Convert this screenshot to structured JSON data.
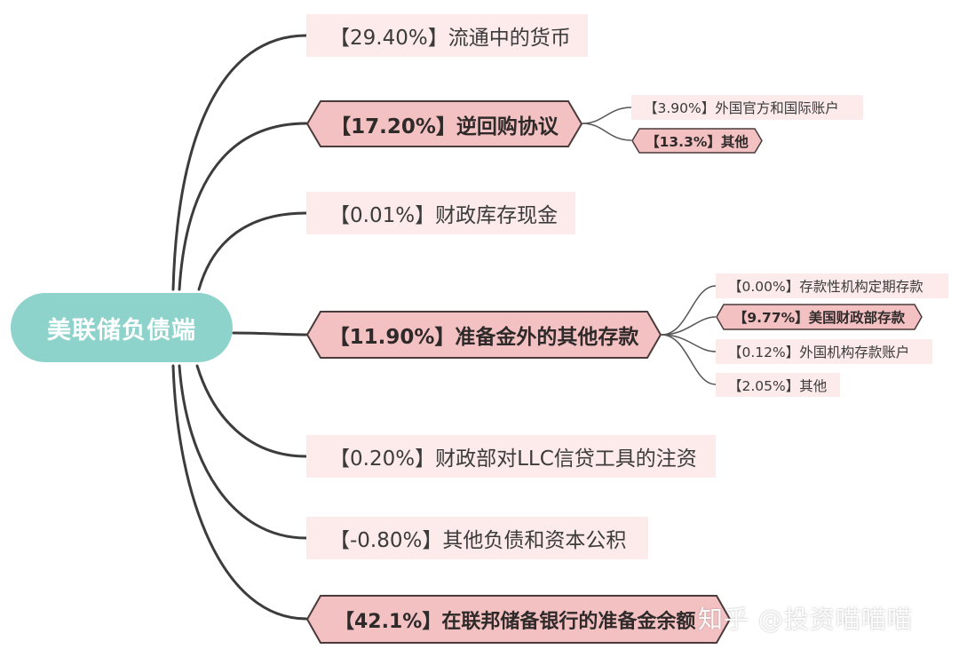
{
  "root": {
    "label": "美联储负债端",
    "color": "#8dd3cb"
  },
  "colors": {
    "plain_fill": "#fcebea",
    "hex_fill": "#f4c1c3",
    "hex_stroke": "#4a3a3a",
    "line": "#3c3c3c"
  },
  "branches": [
    {
      "label": "【29.40%】流通中的货币",
      "style": "plain"
    },
    {
      "label": "【17.20%】逆回购协议",
      "style": "hexagon",
      "children": [
        {
          "label": "【3.90%】外国官方和国际账户",
          "style": "plain"
        },
        {
          "label": "【13.3%】其他",
          "style": "hexagon"
        }
      ]
    },
    {
      "label": "【0.01%】财政库存现金",
      "style": "plain"
    },
    {
      "label": "【11.90%】准备金外的其他存款",
      "style": "hexagon",
      "children": [
        {
          "label": "【0.00%】存款性机构定期存款",
          "style": "plain"
        },
        {
          "label": "【9.77%】美国财政部存款",
          "style": "hexagon"
        },
        {
          "label": "【0.12%】外国机构存款账户",
          "style": "plain"
        },
        {
          "label": "【2.05%】其他",
          "style": "plain"
        }
      ]
    },
    {
      "label": "【0.20%】财政部对LLC信贷工具的注资",
      "style": "plain"
    },
    {
      "label": "【-0.80%】其他负债和资本公积",
      "style": "plain"
    },
    {
      "label": "【42.1%】在联邦储备银行的准备金余额",
      "style": "hexagon"
    }
  ],
  "watermark": "知乎 @投资喵喵喵"
}
